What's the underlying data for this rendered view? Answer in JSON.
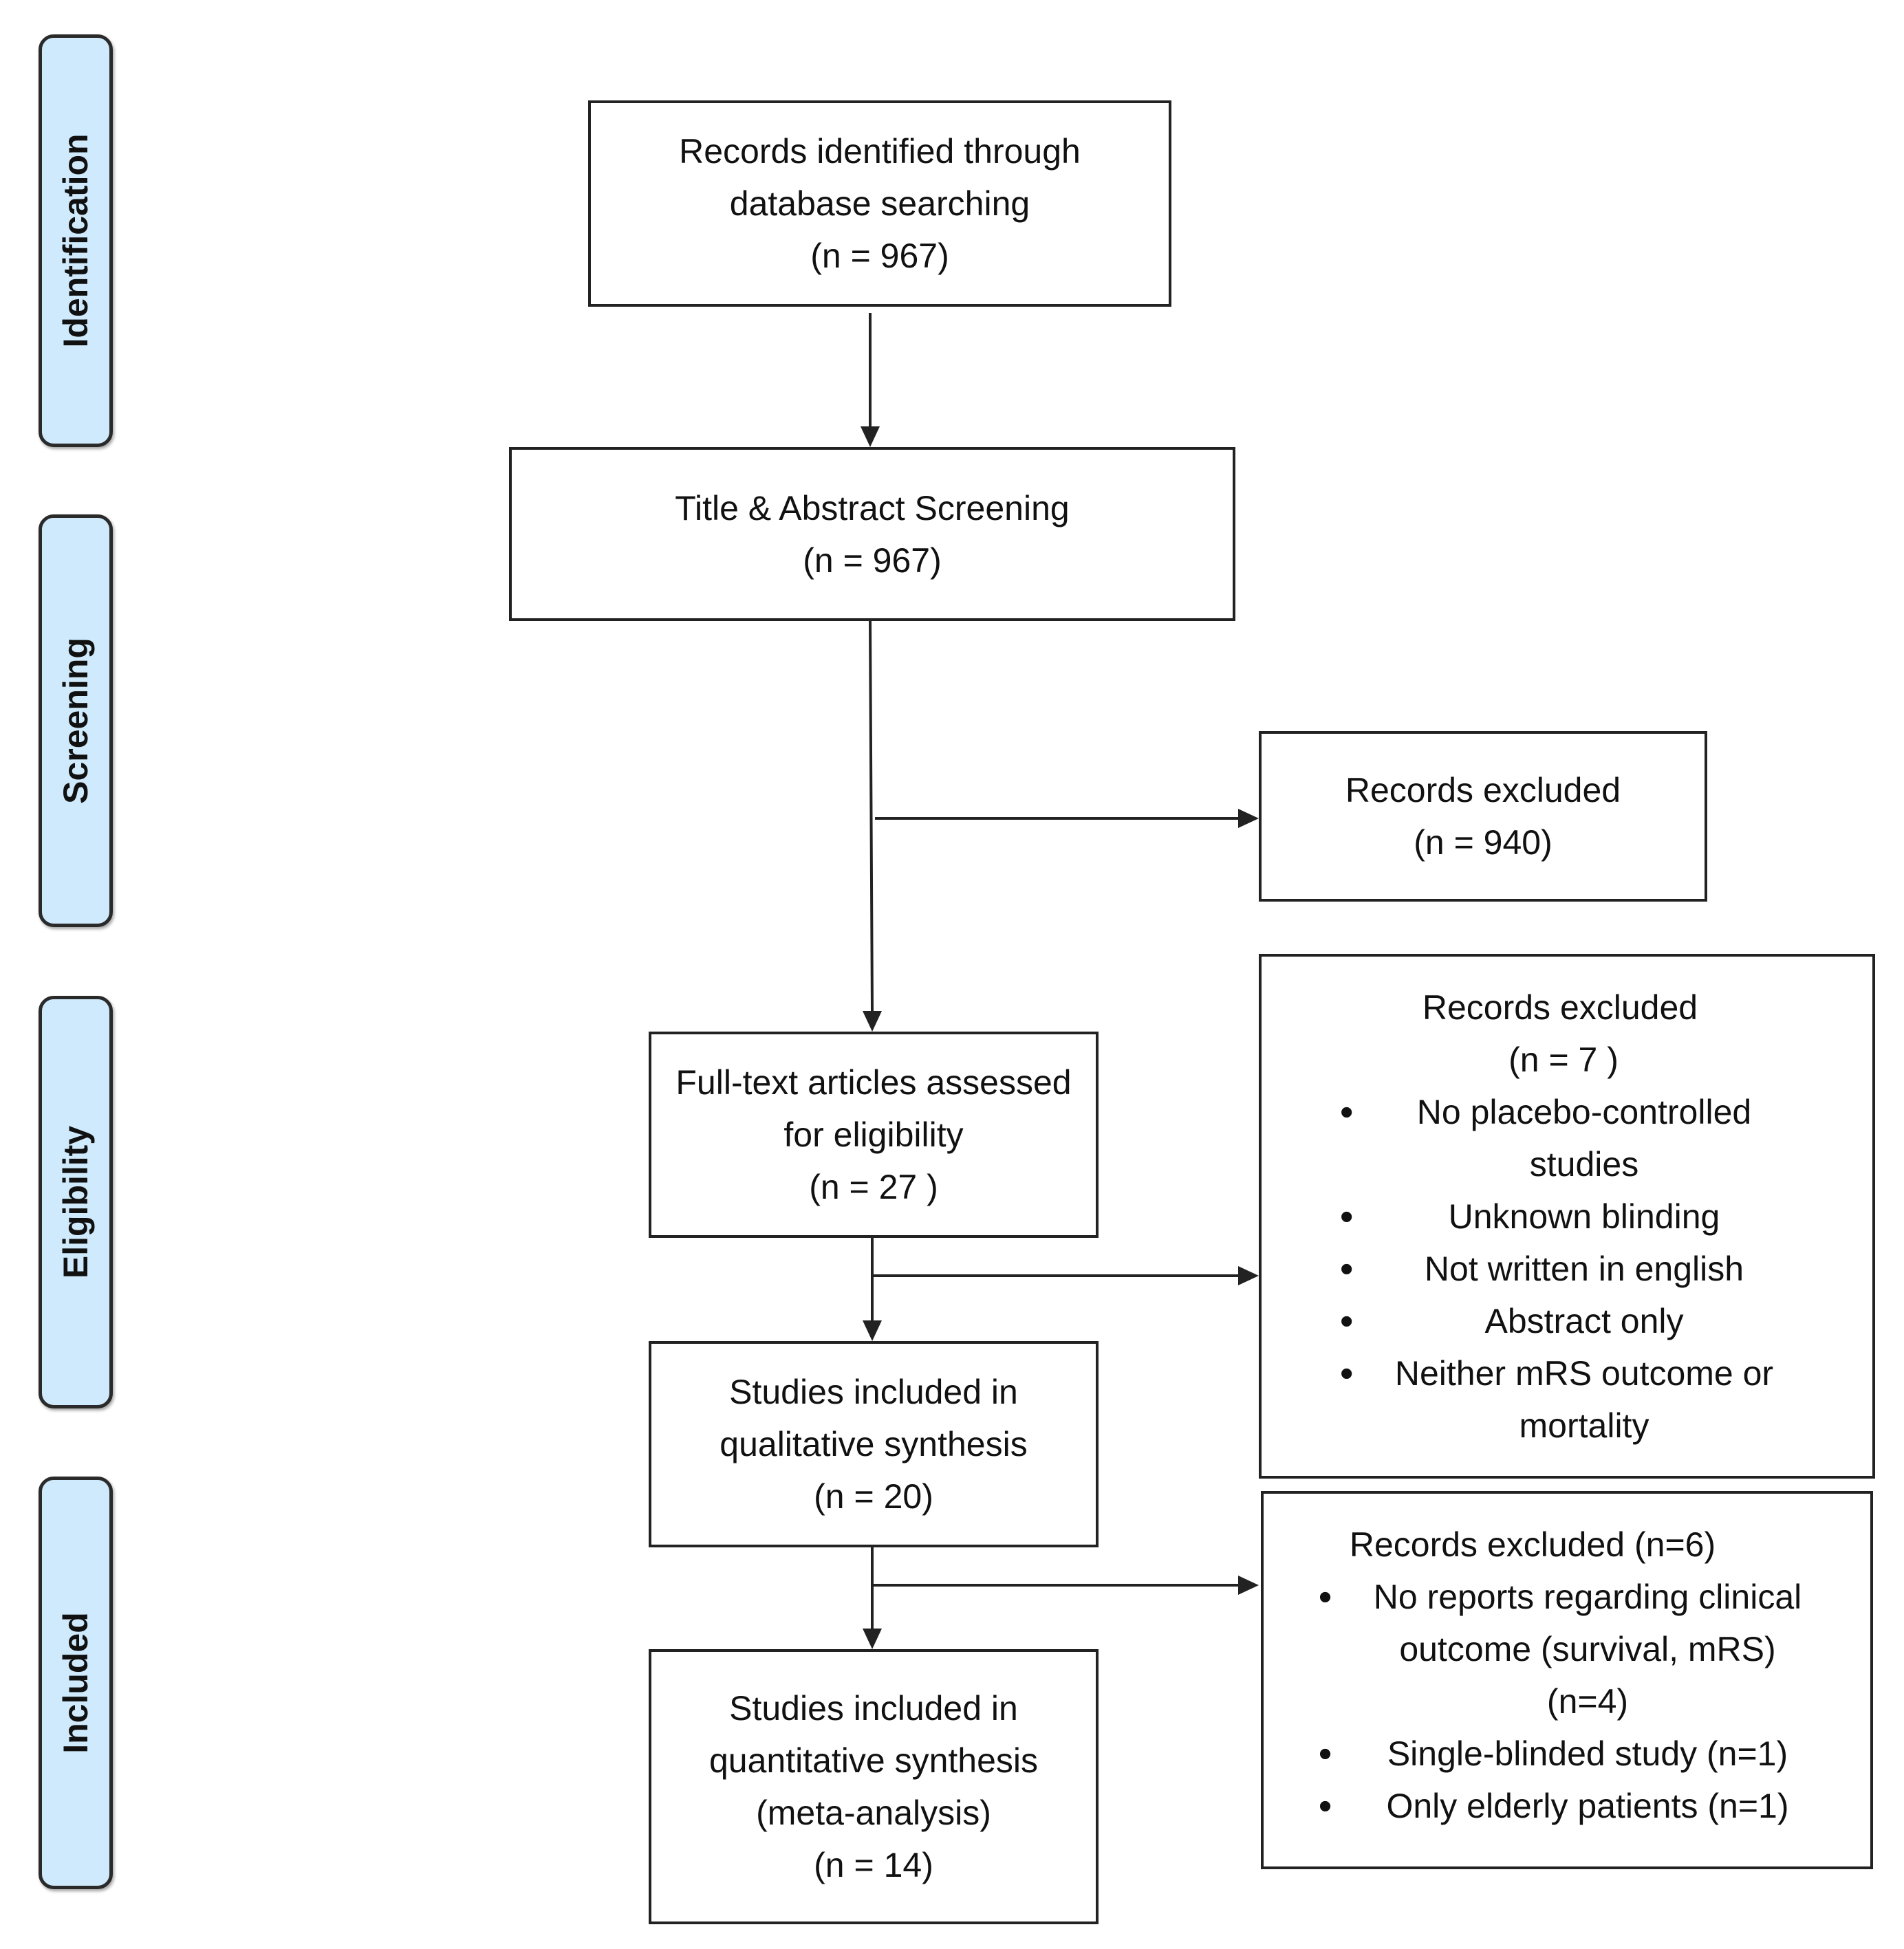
{
  "phases": {
    "identification": "Identification",
    "screening": "Screening",
    "eligibility": "Eligibility",
    "included": "Included"
  },
  "boxes": {
    "identified": {
      "line1": "Records identified through",
      "line2": "database searching",
      "line3": "(n =   967)"
    },
    "screening": {
      "line1": "Title & Abstract Screening",
      "line2": "(n =  967)"
    },
    "excluded_screening": {
      "line1": "Records excluded",
      "line2": "(n =  940)"
    },
    "fulltext": {
      "line1": "Full-text articles assessed",
      "line2": "for eligibility",
      "line3": "(n =  27 )"
    },
    "excluded_fulltext": {
      "line1": "Records excluded",
      "line2": "(n =  7 )",
      "items": [
        "No placebo-controlled",
        "studies",
        "Unknown blinding",
        "Not written in english",
        "Abstract only",
        "Neither mRS outcome or",
        "mortality"
      ]
    },
    "qualitative": {
      "line1": "Studies included in",
      "line2": "qualitative synthesis",
      "line3": "(n =   20)"
    },
    "excluded_qualitative": {
      "line1": "Records excluded (n=6)",
      "items": [
        "No reports regarding clinical",
        "outcome (survival, mRS)",
        "(n=4)",
        "Single-blinded study (n=1)",
        "Only elderly patients (n=1)"
      ]
    },
    "quantitative": {
      "line1": "Studies included in",
      "line2": "quantitative synthesis",
      "line3": "(meta-analysis)",
      "line4": "(n =  14)"
    }
  }
}
